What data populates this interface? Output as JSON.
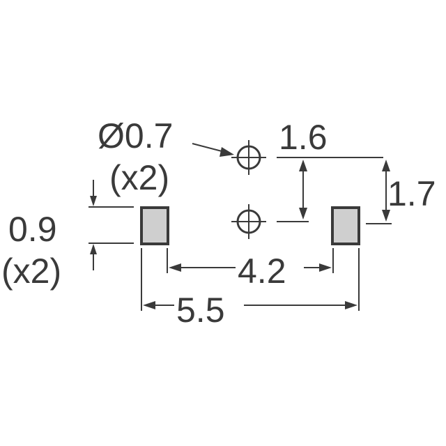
{
  "labels": {
    "hole_diameter": "Ø0.7",
    "hole_count": "(x2)",
    "pad_width": "0.9",
    "pad_count": "(x2)",
    "hole_offset_x": "1.6",
    "hole_pitch_y": "1.7",
    "pad_inner_spacing": "4.2",
    "pad_outer_spacing": "5.5"
  },
  "colors": {
    "line": "#3a3a3a",
    "pad_fill": "#cfcfcf",
    "background": "#ffffff"
  }
}
